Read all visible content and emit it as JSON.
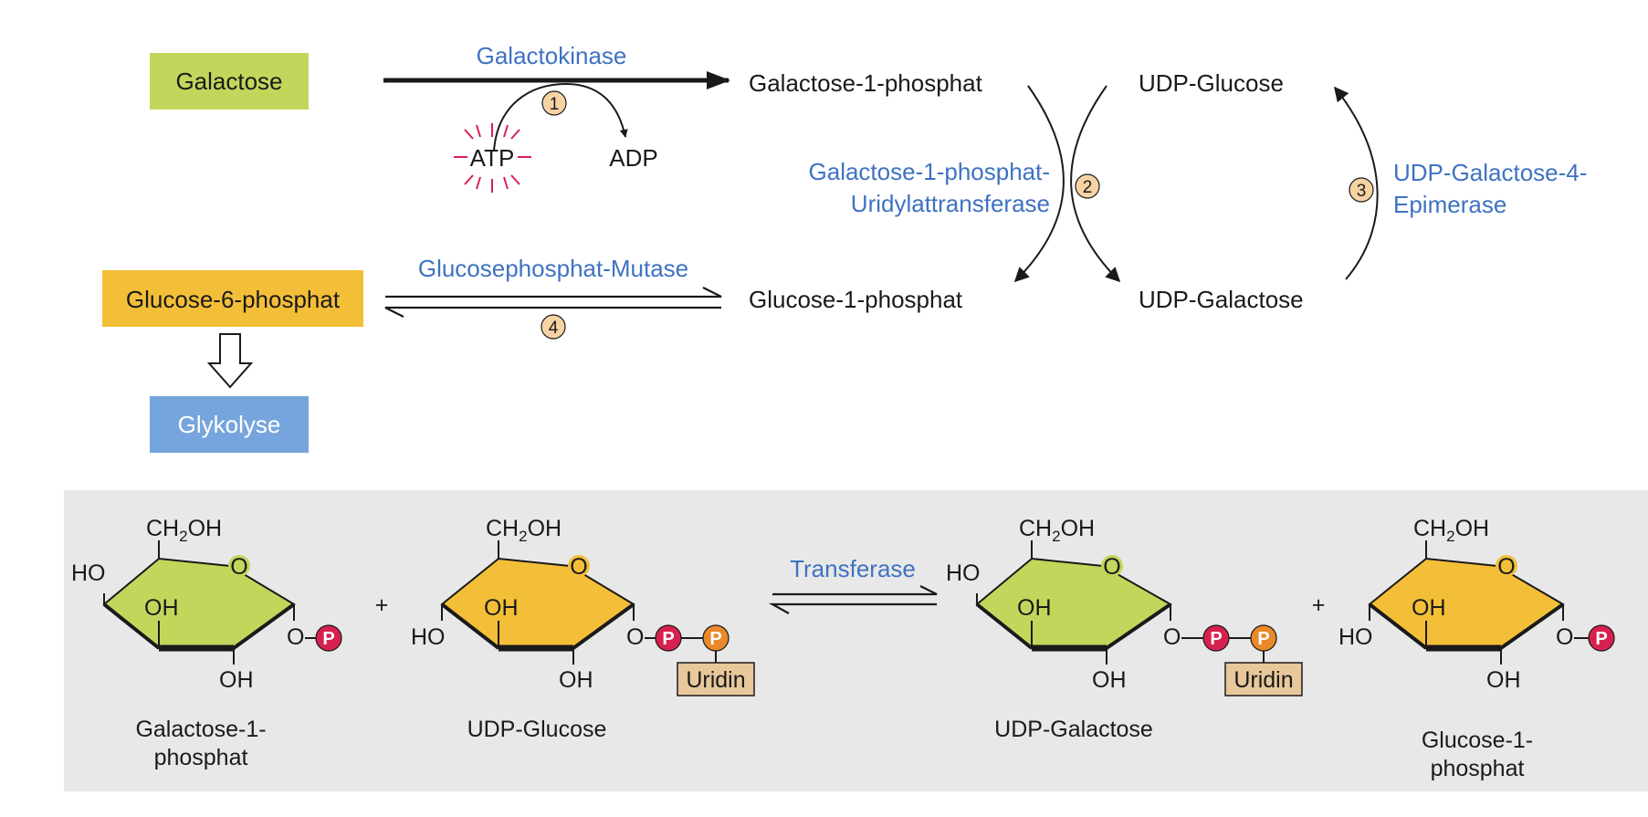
{
  "colors": {
    "galactose_box": "#c3d65b",
    "glucose6p_box": "#f4bf38",
    "glycolysis_box": "#76a5dd",
    "enzyme_text": "#3f72c2",
    "step_circle": "#f7d3a4",
    "phosphate": "#d8204f",
    "phosphate_uridine": "#e9892a",
    "uridine_box": "#e8c79a",
    "panel_bg": "#e8e8e8",
    "galactose_ring": "#c3d65b",
    "glucose_ring": "#f4bf38",
    "atp_rays": "#d8204f"
  },
  "pathway": {
    "galactose": "Galactose",
    "glucose6p": "Glucose-6-phosphat",
    "glycolysis": "Glykolyse",
    "gal1p": "Galactose-1-phosphat",
    "udp_glucose": "UDP-Glucose",
    "glc1p": "Glucose-1-phosphat",
    "udp_galactose": "UDP-Galactose",
    "atp": "ATP",
    "adp": "ADP",
    "enzymes": {
      "galactokinase": "Galactokinase",
      "transferase_line1": "Galactose-1-phosphat-",
      "transferase_line2": "Uridylattransferase",
      "epimerase_line1": "UDP-Galactose-4-",
      "epimerase_line2": "Epimerase",
      "mutase": "Glucosephosphat-Mutase"
    },
    "steps": [
      "1",
      "2",
      "3",
      "4"
    ]
  },
  "reaction": {
    "plus": "+",
    "enzyme": "Transferase",
    "ch2oh_pre": "CH",
    "ch2oh_sub": "2",
    "ch2oh_post": "OH",
    "ring_o": "O",
    "ho": "HO",
    "oh": "OH",
    "o": "O",
    "phosphate": "P",
    "uridine": "Uridin",
    "captions": {
      "m1_line1": "Galactose-1-",
      "m1_line2": "phosphat",
      "m2": "UDP-Glucose",
      "m3": "UDP-Galactose",
      "m4_line1": "Glucose-1-",
      "m4_line2": "phosphat"
    }
  }
}
